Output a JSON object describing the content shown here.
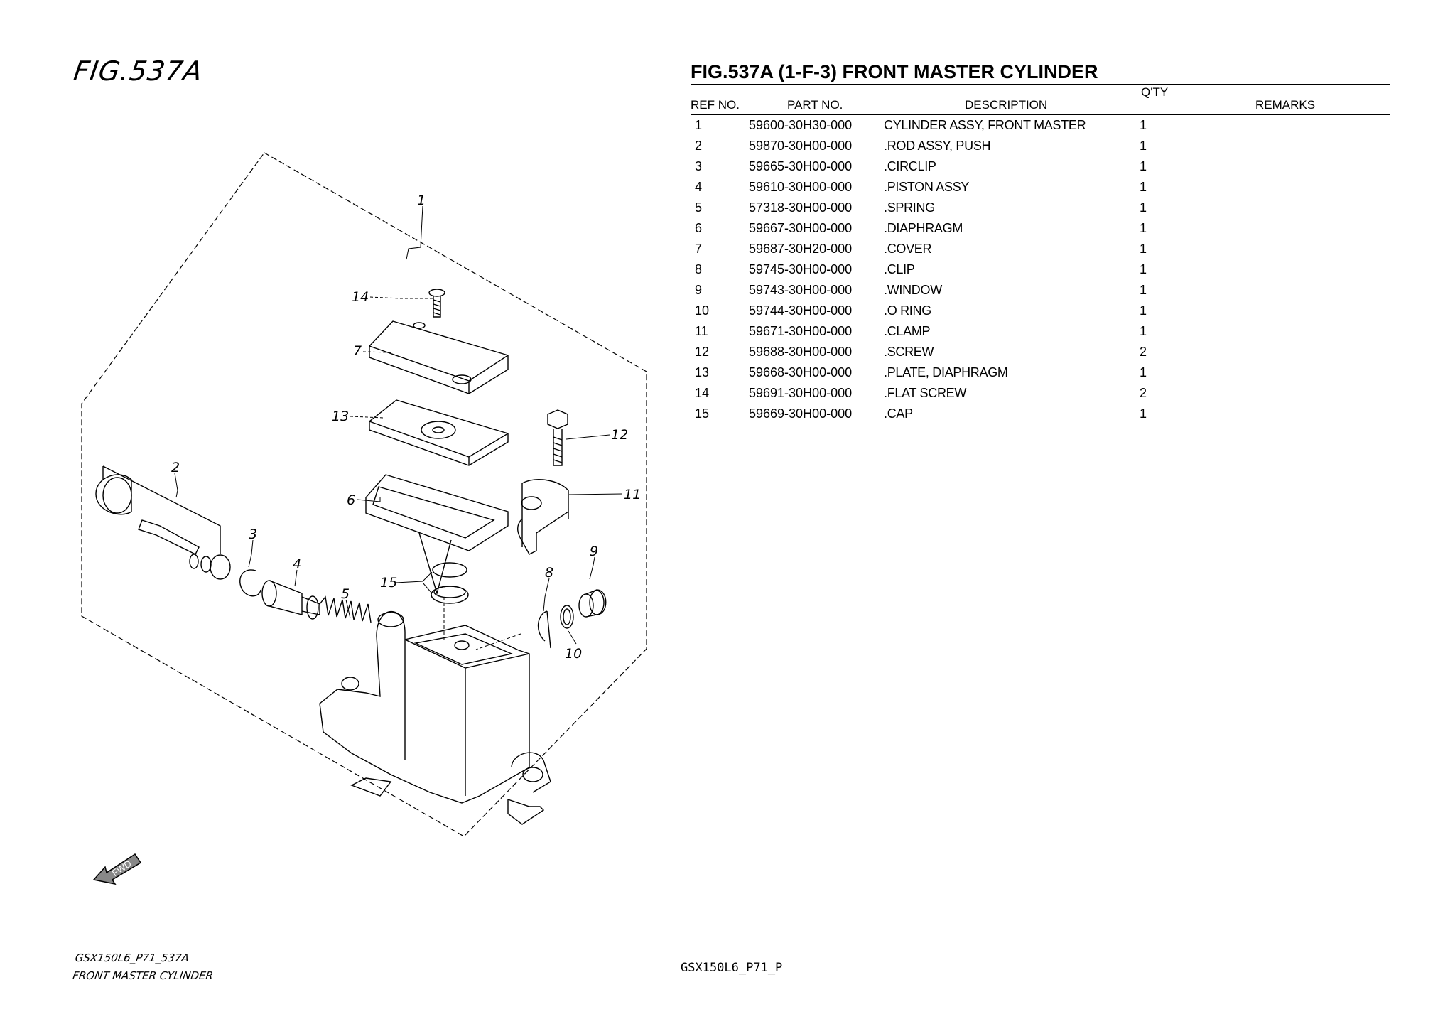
{
  "figure": {
    "label": "FIG.537A",
    "title": "FIG.537A (1-F-3) FRONT MASTER CYLINDER"
  },
  "table": {
    "headers": {
      "ref": "REF NO.",
      "part": "PART NO.",
      "description": "DESCRIPTION",
      "qty": "Q'TY",
      "remarks": "REMARKS"
    },
    "rows": [
      {
        "ref": "1",
        "part": "59600-30H30-000",
        "description": "CYLINDER ASSY, FRONT MASTER",
        "qty": "1",
        "remarks": ""
      },
      {
        "ref": "2",
        "part": "59870-30H00-000",
        "description": ".ROD ASSY, PUSH",
        "qty": "1",
        "remarks": ""
      },
      {
        "ref": "3",
        "part": "59665-30H00-000",
        "description": ".CIRCLIP",
        "qty": "1",
        "remarks": ""
      },
      {
        "ref": "4",
        "part": "59610-30H00-000",
        "description": ".PISTON ASSY",
        "qty": "1",
        "remarks": ""
      },
      {
        "ref": "5",
        "part": "57318-30H00-000",
        "description": ".SPRING",
        "qty": "1",
        "remarks": ""
      },
      {
        "ref": "6",
        "part": "59667-30H00-000",
        "description": ".DIAPHRAGM",
        "qty": "1",
        "remarks": ""
      },
      {
        "ref": "7",
        "part": "59687-30H20-000",
        "description": ".COVER",
        "qty": "1",
        "remarks": ""
      },
      {
        "ref": "8",
        "part": "59745-30H00-000",
        "description": ".CLIP",
        "qty": "1",
        "remarks": ""
      },
      {
        "ref": "9",
        "part": "59743-30H00-000",
        "description": ".WINDOW",
        "qty": "1",
        "remarks": ""
      },
      {
        "ref": "10",
        "part": "59744-30H00-000",
        "description": ".O RING",
        "qty": "1",
        "remarks": ""
      },
      {
        "ref": "11",
        "part": "59671-30H00-000",
        "description": ".CLAMP",
        "qty": "1",
        "remarks": ""
      },
      {
        "ref": "12",
        "part": "59688-30H00-000",
        "description": ".SCREW",
        "qty": "2",
        "remarks": ""
      },
      {
        "ref": "13",
        "part": "59668-30H00-000",
        "description": ".PLATE, DIAPHRAGM",
        "qty": "1",
        "remarks": ""
      },
      {
        "ref": "14",
        "part": "59691-30H00-000",
        "description": ".FLAT SCREW",
        "qty": "2",
        "remarks": ""
      },
      {
        "ref": "15",
        "part": "59669-30H00-000",
        "description": ".CAP",
        "qty": "1",
        "remarks": ""
      }
    ]
  },
  "diagram": {
    "callouts": [
      "1",
      "2",
      "3",
      "4",
      "5",
      "6",
      "7",
      "8",
      "9",
      "10",
      "11",
      "12",
      "13",
      "14",
      "15"
    ],
    "fwd_label": "FWD"
  },
  "footer": {
    "model_code": "GSX150L6_P71_537A",
    "section_name": "FRONT MASTER CYLINDER",
    "catalog_code": "GSX150L6_P71_P"
  }
}
